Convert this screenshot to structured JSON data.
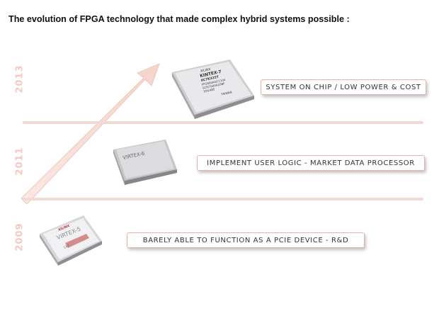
{
  "title": "The evolution of FPGA technology that made complex hybrid systems possible :",
  "colors": {
    "accent": "#f3c9c2",
    "divider": "#f2d9d3",
    "label_border": "#e7b3a9"
  },
  "rows": [
    {
      "year": "2013",
      "label": "System on chip / Low power & cost",
      "chip_text": [
        "XILINX",
        "KINTEX-7",
        "XC7K325T",
        "FFG900AGC1104",
        "SCIS7000A2SBF",
        "1DIL485",
        "TAIWAN"
      ]
    },
    {
      "year": "2011",
      "label": "Implement user logic - Market Data Processor",
      "chip_text": [
        "VIRTEX-6"
      ]
    },
    {
      "year": "2009",
      "label": "Barely able to function as a PCIe device - R&D",
      "chip_text": [
        "XILINX",
        "VIRTEX-5",
        "LXT"
      ]
    }
  ]
}
